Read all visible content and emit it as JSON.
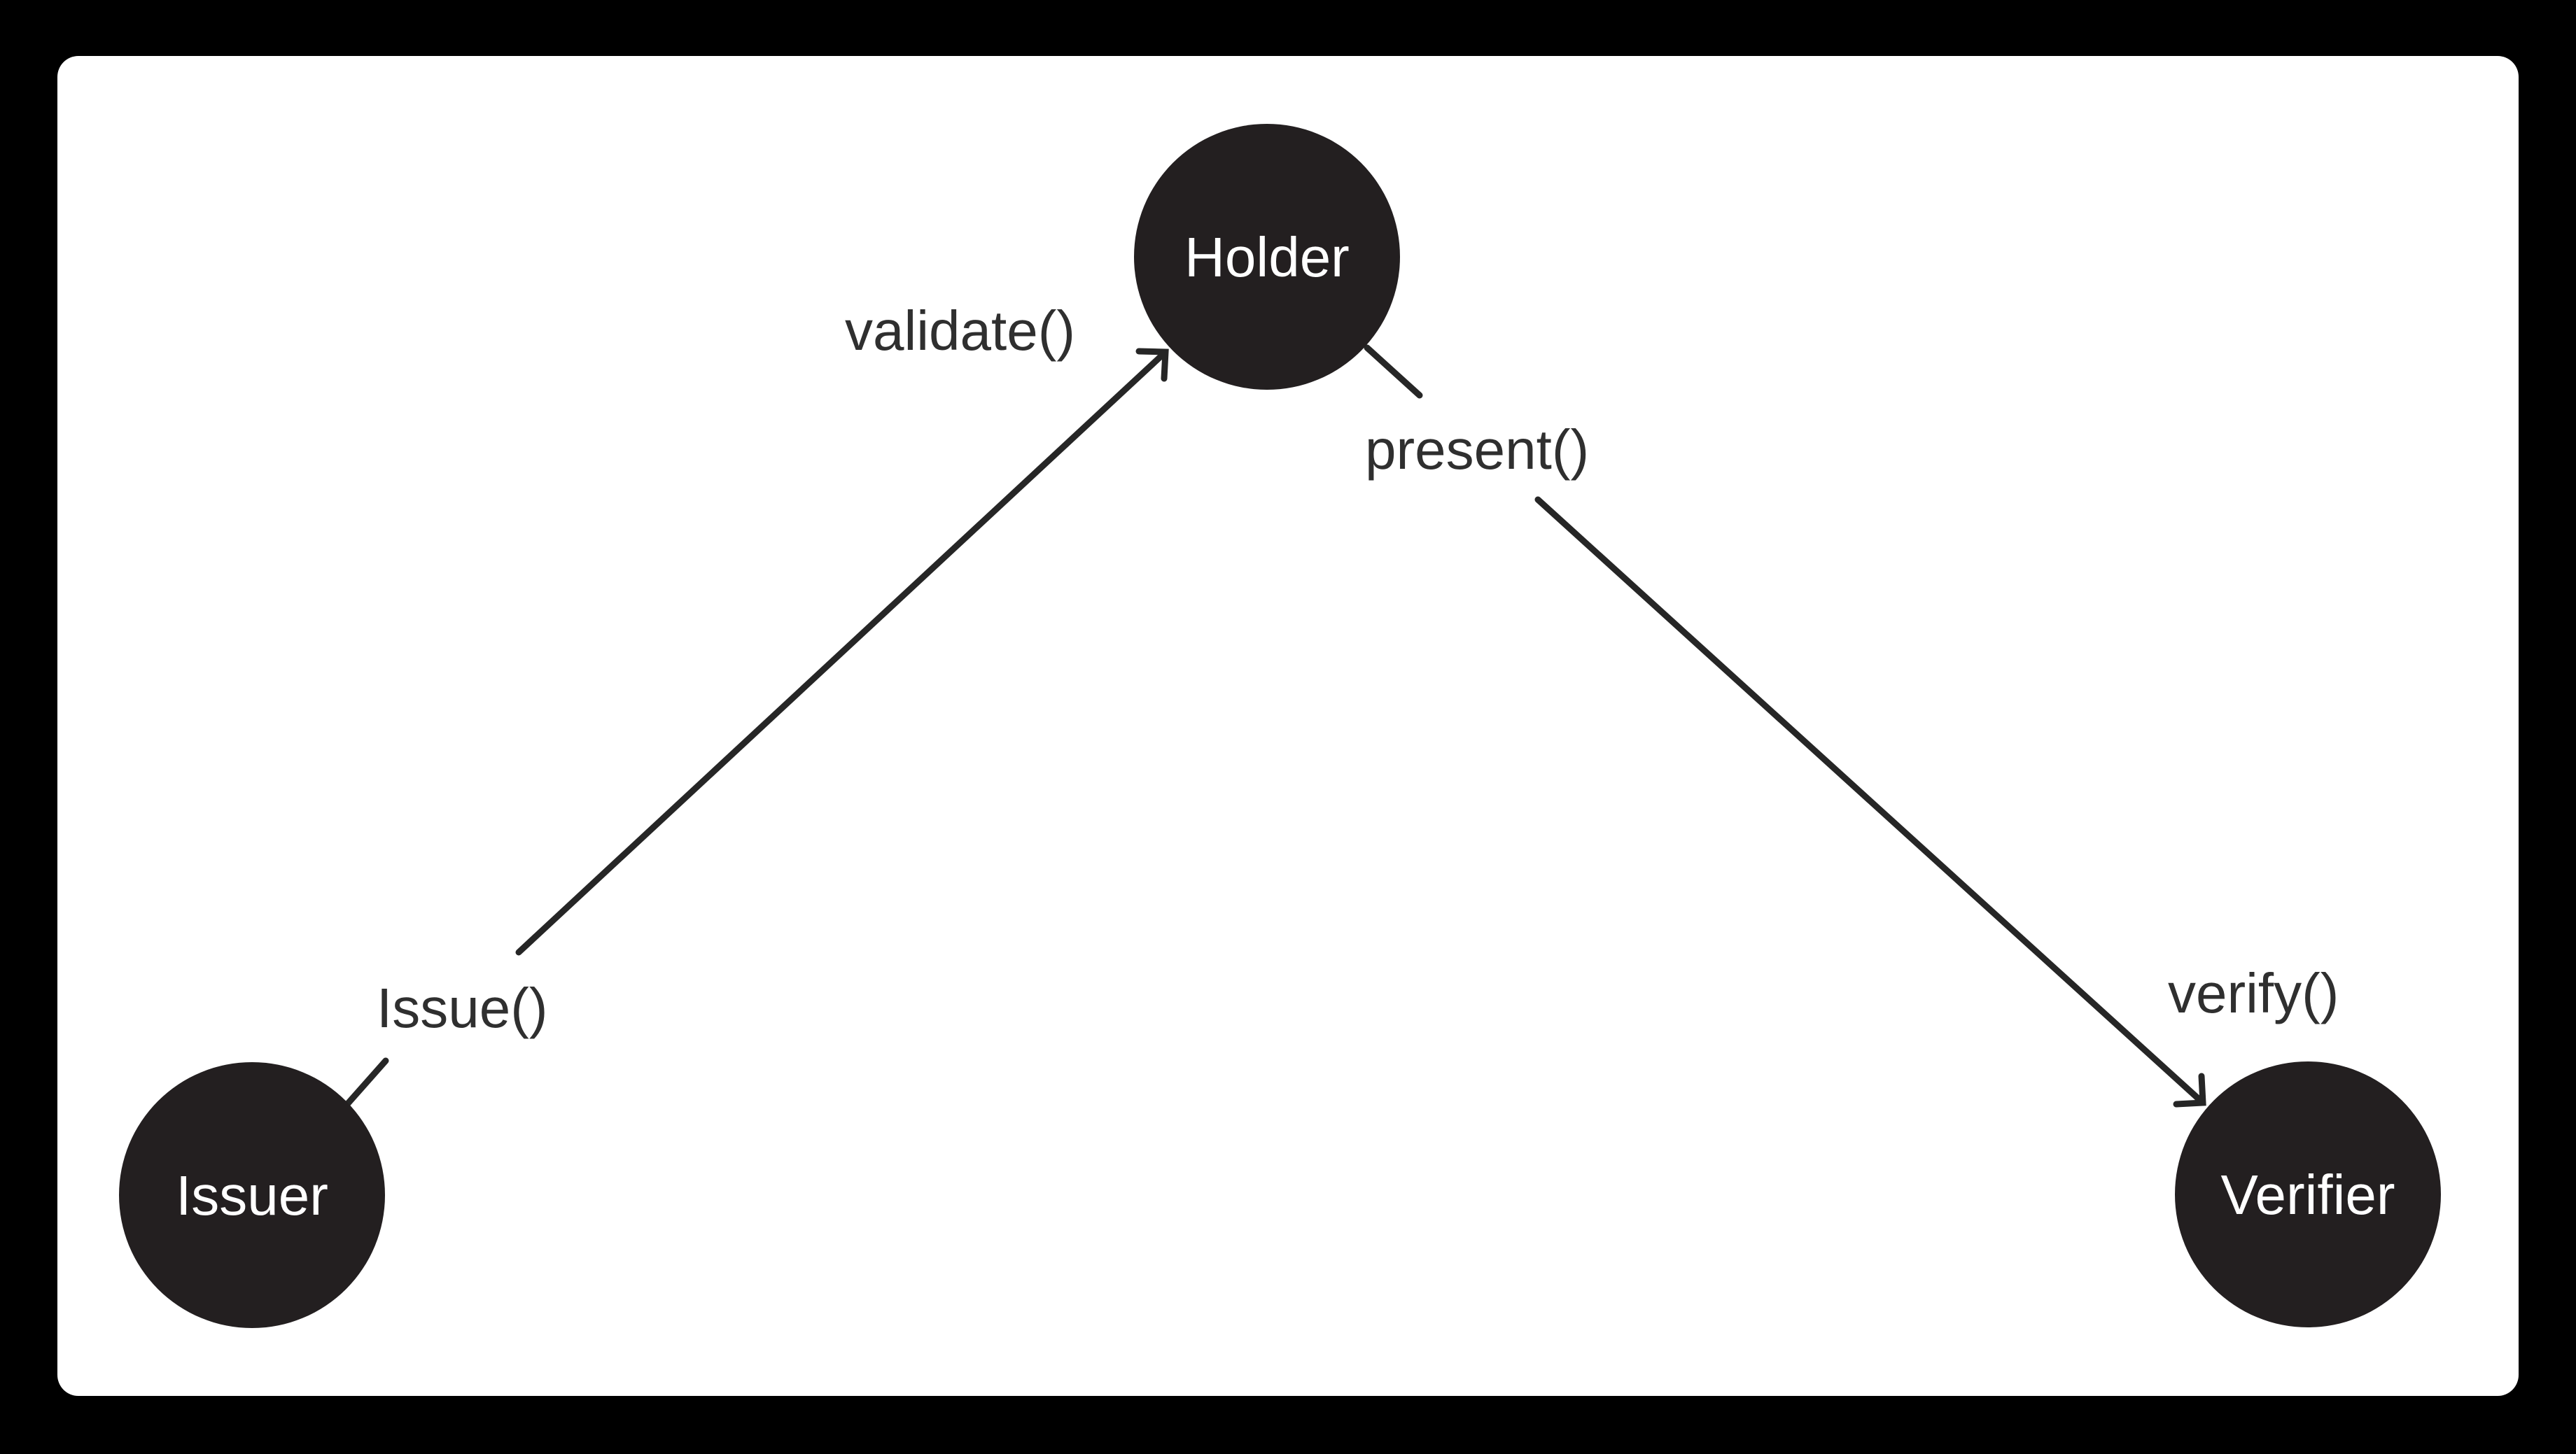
{
  "frame": {
    "background": "#000000",
    "canvas_fill": "#ffffff"
  },
  "colors": {
    "node_fill": "#231f20",
    "node_text": "#ffffff",
    "edge_stroke": "#262626",
    "label_text": "#2f2f2f"
  },
  "diagram": {
    "nodes": [
      {
        "id": "holder",
        "label": "Holder"
      },
      {
        "id": "issuer",
        "label": "Issuer"
      },
      {
        "id": "verifier",
        "label": "Verifier"
      }
    ],
    "edges": [
      {
        "id": "issuer-to-holder",
        "from": "Issuer",
        "to": "Holder",
        "tail_label": "Issue()",
        "head_label": "validate()"
      },
      {
        "id": "holder-to-verifier",
        "from": "Holder",
        "to": "Verifier",
        "tail_label": "present()",
        "head_label": "verify()"
      }
    ],
    "edge_labels": {
      "issue": "Issue()",
      "validate": "validate()",
      "present": "present()",
      "verify": "verify()"
    }
  }
}
